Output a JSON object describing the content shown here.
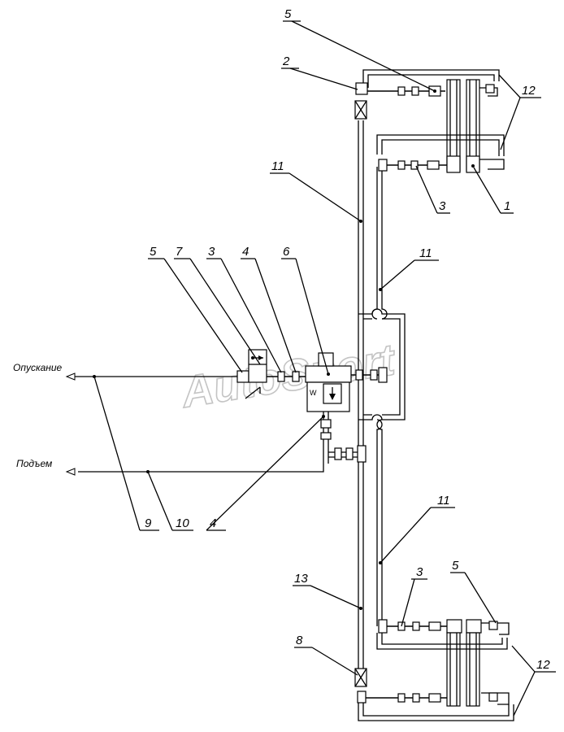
{
  "labels": {
    "l5_top": "5",
    "l2": "2",
    "l12_top": "12",
    "l11_upper": "11",
    "l3_top": "3",
    "l1": "1",
    "l11_right": "11",
    "l5_mid": "5",
    "l7": "7",
    "l3_mid": "3",
    "l4_mid": "4",
    "l6": "6",
    "l9": "9",
    "l10": "10",
    "l4_bottom": "4",
    "l11_lower": "11",
    "l13": "13",
    "l3_lower": "3",
    "l5_lower": "5",
    "l8": "8",
    "l12_bottom": "12"
  },
  "lines": {
    "lowering": "Опускание",
    "lifting": "Подъем"
  },
  "watermark": "AutoSport"
}
